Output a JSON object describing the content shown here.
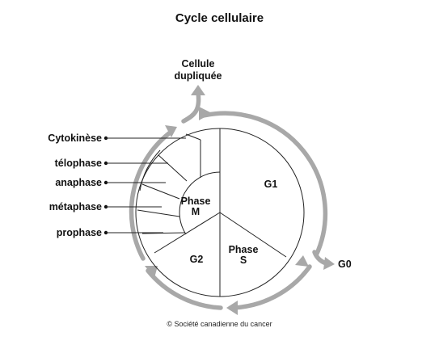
{
  "title": "Cycle cellulaire",
  "credit": "© Société canadienne du cancer",
  "labels": {
    "cellule_l1": "Cellule",
    "cellule_l2": "dupliquée",
    "g0": "G0",
    "g1": "G1",
    "g2": "G2",
    "phase_m_l1": "Phase",
    "phase_m_l2": "M",
    "phase_s_l1": "Phase",
    "phase_s_l2": "S"
  },
  "subphases": [
    "Cytokinèse",
    "télophase",
    "anaphase",
    "métaphase",
    "prophase"
  ],
  "colors": {
    "arrow": "#a8a8a8",
    "line": "#222222",
    "text": "#111111"
  }
}
